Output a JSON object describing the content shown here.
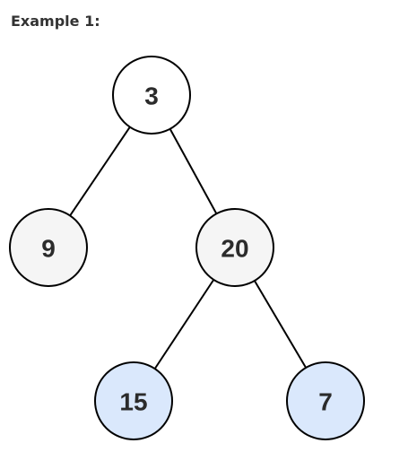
{
  "heading": "Example 1:",
  "tree": {
    "nodes": [
      {
        "id": "n3",
        "label": "3",
        "fill": "#ffffff"
      },
      {
        "id": "n9",
        "label": "9",
        "fill": "#f5f5f5"
      },
      {
        "id": "n20",
        "label": "20",
        "fill": "#f5f5f5"
      },
      {
        "id": "n15",
        "label": "15",
        "fill": "#dae8fc"
      },
      {
        "id": "n7",
        "label": "7",
        "fill": "#dae8fc"
      }
    ],
    "edges": [
      {
        "from": "n3",
        "to": "n9"
      },
      {
        "from": "n3",
        "to": "n20"
      },
      {
        "from": "n20",
        "to": "n15"
      },
      {
        "from": "n20",
        "to": "n7"
      }
    ],
    "stroke_color": "#000000"
  }
}
